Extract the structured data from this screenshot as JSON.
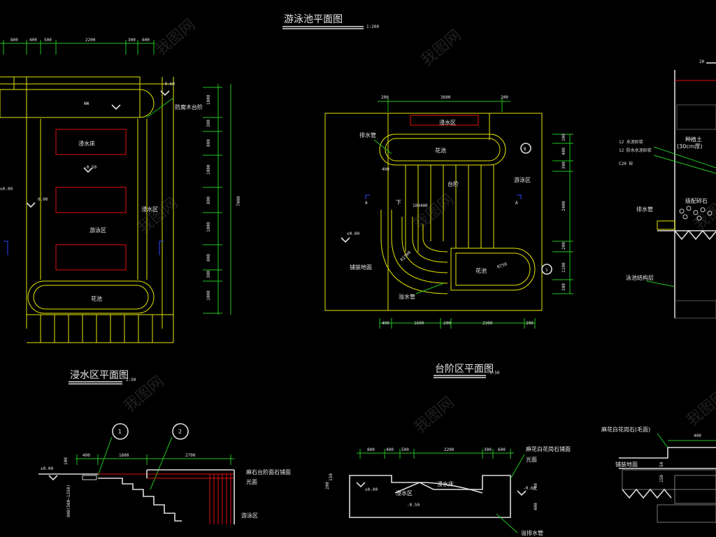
{
  "titles": {
    "main": "游泳池平面图",
    "main_scale": "1:200",
    "left": "浸水区平面图",
    "left_scale": "1:50",
    "center": "台阶区平面图",
    "center_scale": "1:50"
  },
  "left_plan": {
    "top_dims": [
      "800",
      "400",
      "500",
      "2200",
      "300",
      "600"
    ],
    "right_dims": [
      "1000",
      "300",
      "800",
      "1000",
      "800",
      "1000",
      "800",
      "300",
      "1000"
    ],
    "total_dim": "7000",
    "labels": {
      "rest": "浸水床",
      "deep": "-0.50",
      "edge": "防腐木台阶",
      "zone": "浸水区",
      "pool": "游泳区",
      "flower": "花池",
      "lv_top": "-0.60",
      "lv_left": "±0.00",
      "lv_mid": "0.00",
      "ww": "WW"
    }
  },
  "center_plan": {
    "top_dims": [
      "200",
      "3600",
      "200"
    ],
    "bottom_dims": [
      "400",
      "1600",
      "200",
      "2300",
      "200"
    ],
    "right_dims": [
      "200",
      "400",
      "300",
      "2400",
      "200",
      "1100",
      "300"
    ],
    "labels": {
      "drain": "排水管",
      "flower_top": "花池",
      "pool_top": "浸水区",
      "steps": "台阶",
      "zone": "游泳区",
      "down": "下",
      "slope": "铺装地面",
      "level": "±0.00",
      "flower_bot": "花池",
      "drain_bot": "溢水管",
      "dim_400": "400",
      "inner": "100400",
      "arc": "R1500",
      "arc2": "R750",
      "mark_b": "B",
      "mark_1": "1",
      "mark_a": "A"
    }
  },
  "right_section": {
    "top_dim": "20",
    "labels": [
      "种植土",
      "(30cm厚)",
      "12 水泥砂浆",
      "12 防水水泥砂浆",
      "C20 砼",
      "级配碎石",
      "排水管",
      "泳池结构层"
    ],
    "sand": "排水管"
  },
  "bottom_left": {
    "marks": [
      "1",
      "2"
    ],
    "dims": [
      "400",
      "1600",
      "2700"
    ],
    "labels": [
      "±0.00",
      "麻石台阶面石铺面",
      "光面",
      "游泳区"
    ],
    "vert": "900(500~1350)",
    "dim_side": "100"
  },
  "bottom_center": {
    "dims": [
      "800",
      "400",
      "500",
      "2200",
      "300",
      "600"
    ],
    "labels": [
      "麻花白花岗石铺面",
      "光面",
      "浸水床",
      "浸水区",
      "-0.60",
      "±0.00",
      "-0.50",
      "溢排水管"
    ],
    "vert": [
      "200",
      "150",
      "700",
      "400"
    ]
  },
  "bottom_right": {
    "dim": "400",
    "labels": [
      "麻花白花岗石(毛面)",
      "铺装地面"
    ],
    "vert": [
      "50",
      "150"
    ]
  },
  "watermark": "我图网"
}
